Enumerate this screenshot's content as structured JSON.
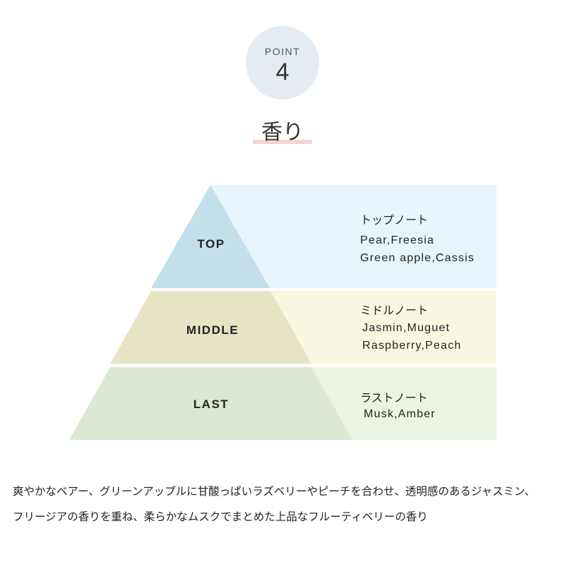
{
  "badge": {
    "label": "POINT",
    "number": "4"
  },
  "heading": "香り",
  "colors": {
    "top_panel": "#e8f4fb",
    "top_triangle": "#c3dfeb",
    "middle_panel": "#f8f8e0",
    "middle_triangle": "#e6e4c4",
    "last_panel": "#ebf4e2",
    "last_triangle": "#dbe9d4"
  },
  "tiers": [
    {
      "label": "TOP",
      "note_title": "トップノート",
      "notes": [
        "Pear,Freesia",
        "Green apple,Cassis"
      ]
    },
    {
      "label": "MIDDLE",
      "note_title": "ミドルノート",
      "notes": [
        "Jasmin,Muguet",
        "Raspberry,Peach"
      ]
    },
    {
      "label": "LAST",
      "note_title": "ラストノート",
      "notes": [
        "Musk,Amber"
      ]
    }
  ],
  "description": [
    "爽やかなベアー、グリーンアップルに甘酸っぱいラズベリーやピーチを合わせ、透明感のあるジャスミン、",
    "フリージアの香りを重ね、柔らかなムスクでまとめた上品なフルーティベリーの香り"
  ]
}
